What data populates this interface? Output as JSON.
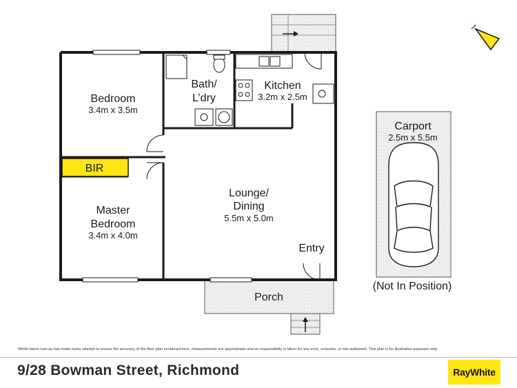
{
  "rooms": {
    "bedroom": {
      "name": "Bedroom",
      "dims": "3.4m x 3.5m"
    },
    "bath": {
      "name_line1": "Bath/",
      "name_line2": "L’dry"
    },
    "kitchen": {
      "name": "Kitchen",
      "dims": "3.2m x 2.5m"
    },
    "bir": {
      "name": "BIR"
    },
    "lounge": {
      "name_line1": "Lounge/",
      "name_line2": "Dining",
      "dims": "5.5m x 5.0m"
    },
    "master": {
      "name_line1": "Master",
      "name_line2": "Bedroom",
      "dims": "3.4m x 4.0m"
    },
    "entry": {
      "name": "Entry"
    },
    "porch": {
      "name": "Porch"
    },
    "carport": {
      "name": "Carport",
      "dims": "2.5m x 5.5m",
      "note": "(Not In Position)"
    }
  },
  "footer": {
    "disclaimer": "Whilst bwrm.com.au has made every attempt to ensure the accuracy of the floor plan contained here, measurements are approximate and no responsibility is taken for any error, omission, or mis-statement. This plan is for illustrative purposes only.",
    "address": "9/28 Bowman Street, Richmond",
    "logo_text": "RayWhite"
  },
  "colors": {
    "walls": "#1a1a1a",
    "bir_fill": "#ffe512",
    "logo_bg": "#ffe512",
    "compass": "#ffe512",
    "paving": "#eeeeee"
  },
  "icons": [
    "compass-arrow-icon",
    "car-icon",
    "stair-arrow-icon",
    "door-swing-icon"
  ]
}
